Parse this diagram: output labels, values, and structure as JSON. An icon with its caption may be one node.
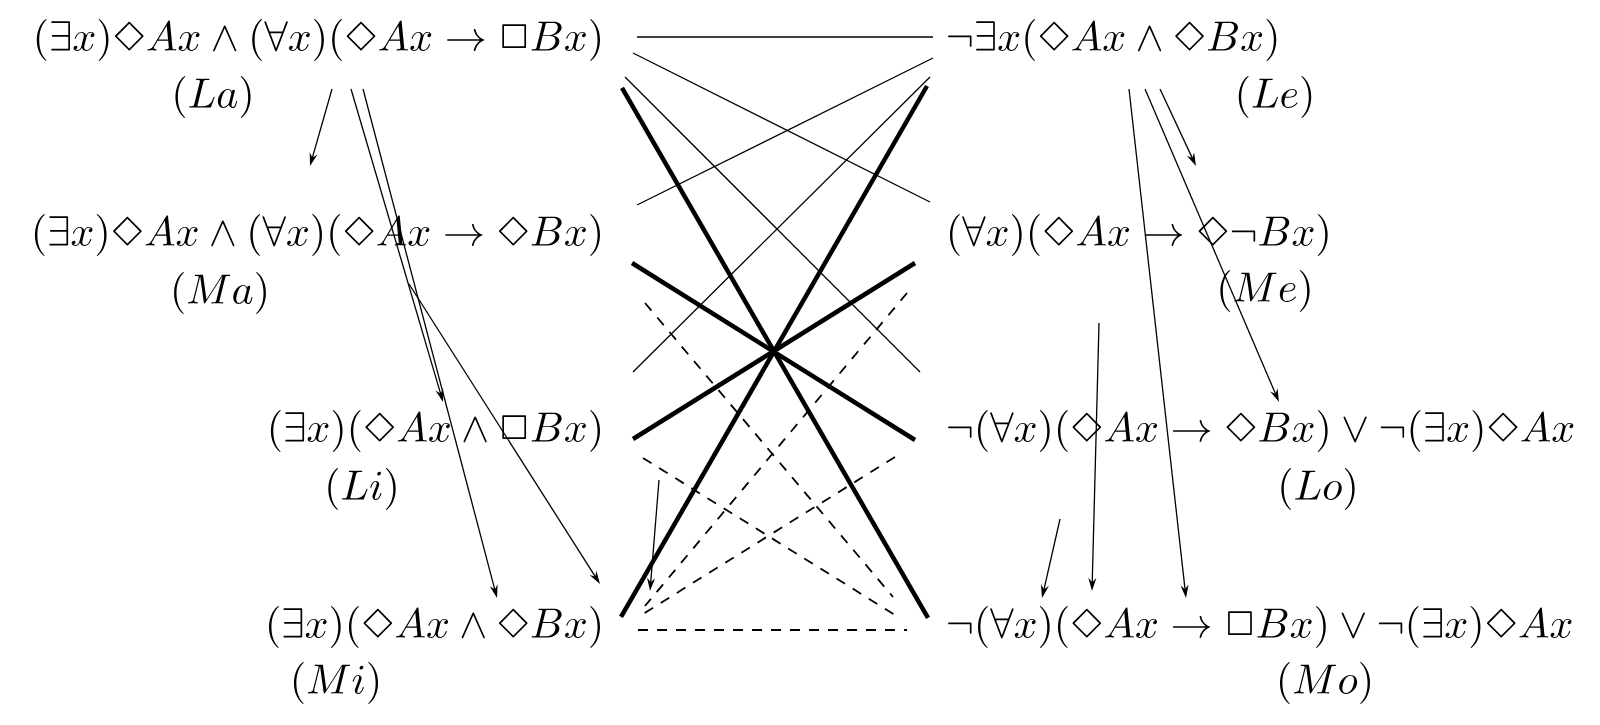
{
  "diagram": {
    "nodes": [
      {
        "text": [
          "(\\exists x)\\Diamond Ax \\land (\\forall x)(\\Diamond Ax \\to \\Box Bx)"
        ],
        "beside": [
          "(La)"
        ]
      },
      {
        "text": [
          "\\neg\\exists x(\\Diamond Ax \\land \\Diamond Bx)"
        ],
        "beside": [
          "(Le)"
        ]
      },
      {
        "text": [
          "(\\exists x)\\Diamond Ax \\land (\\forall x)(\\Diamond Ax \\to \\Diamond Bx)"
        ],
        "beside": [
          "(Ma)"
        ]
      },
      {
        "text": [
          "(\\forall x)(\\Diamond Ax \\to \\Diamond\\neg Bx)"
        ],
        "beside": [
          "(Me)"
        ]
      },
      {
        "text": [
          "(\\exists x)(\\Diamond Ax \\land \\Box Bx)"
        ],
        "beside": [
          "(Li)"
        ]
      },
      {
        "text": [
          "\\neg(\\forall x)(\\Diamond Ax \\to \\Diamond Bx) \\lor \\neg(\\exists x)\\Diamond Ax"
        ],
        "beside": [
          "(Lo)"
        ]
      },
      {
        "text": [
          "(\\exists x)(\\Diamond Ax \\land \\Diamond Bx)"
        ],
        "beside": [
          "(Mi)"
        ]
      },
      {
        "text": [
          "\\neg(\\forall x)(\\Diamond Ax \\to \\Box Bx) \\lor \\neg(\\exists x)\\Diamond Ax"
        ],
        "beside": [
          "(Mo)"
        ]
      }
    ],
    "edges": [
      {
        "from": 0,
        "to": 2,
        "arrow": "to"
      },
      {
        "from": 0,
        "to": 4,
        "arrow": "to"
      },
      {
        "from": 0,
        "to": 6,
        "arrow": "to"
      },
      {
        "from": 2,
        "to": 6,
        "arrow": "to"
      },
      {
        "from": 4,
        "to": 6,
        "arrow": "to"
      },
      {
        "from": 1,
        "to": 3,
        "arrow": "to"
      },
      {
        "from": 1,
        "to": 5,
        "arrow": "to"
      },
      {
        "from": 1,
        "to": 7,
        "arrow": "to"
      },
      {
        "from": 3,
        "to": 7,
        "arrow": "to"
      },
      {
        "from": 5,
        "to": 7,
        "arrow": "to"
      },
      {
        "from": 0,
        "to": 1,
        "arrow": "none"
      },
      {
        "from": 0,
        "to": 3,
        "arrow": "none"
      },
      {
        "from": 0,
        "to": 5,
        "arrow": "none"
      },
      {
        "from": 0,
        "to": 7,
        "arrow": "none",
        "style": "thick"
      },
      {
        "from": 1,
        "to": 2,
        "arrow": "none"
      },
      {
        "from": 1,
        "to": 4,
        "arrow": "none"
      },
      {
        "from": 1,
        "to": 6,
        "arrow": "none",
        "style": "thick"
      },
      {
        "from": 2,
        "to": 5,
        "arrow": "none",
        "style": "thick"
      },
      {
        "from": 3,
        "to": 4,
        "arrow": "none",
        "style": "thick"
      },
      {
        "from": 2,
        "to": 7,
        "arrow": "none",
        "style": "dashed"
      },
      {
        "from": 3,
        "to": 6,
        "arrow": "none",
        "style": "dashed"
      },
      {
        "from": 4,
        "to": 7,
        "arrow": "none",
        "style": "dashed"
      },
      {
        "from": 5,
        "to": 6,
        "arrow": "none",
        "style": "dashed"
      },
      {
        "from": 6,
        "to": 7,
        "arrow": "none",
        "style": "dashed"
      }
    ]
  }
}
